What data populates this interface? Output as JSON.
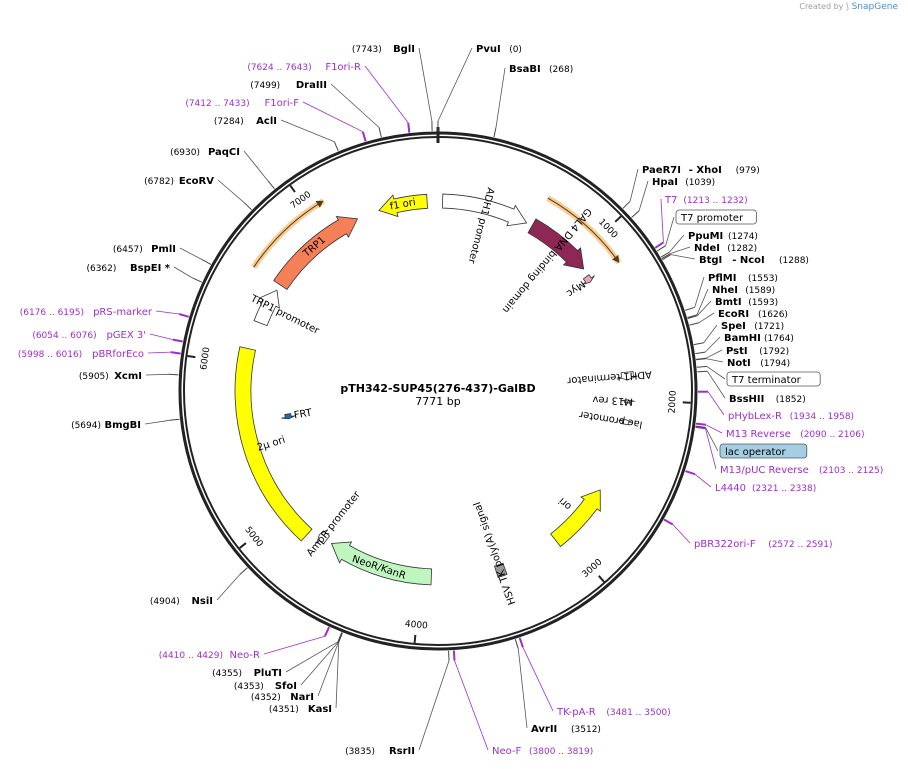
{
  "watermark": {
    "created_by": "Created by",
    "brand": "SnapGene"
  },
  "plasmid": {
    "name": "pTH342-SUP45(276-437)-GalBD",
    "length_label": "7771 bp",
    "total_bp": 7771
  },
  "colors": {
    "backbone": "#222222",
    "enzyme_text": "#000000",
    "primer": "#9b30c8",
    "f1_ori": "#ffff00",
    "adh1_promoter": "#ffffff",
    "gal4": "#8e2756",
    "myc": "#e8a6b8",
    "adh1_terminator": "#ffffff",
    "lac_promoter": "#ffffff",
    "ori": "#ffff00",
    "polyA": "#9a9a9a",
    "neo": "#bff5bf",
    "neo_inner": "#33aa33",
    "ampr_promoter": "#ffffff",
    "two_micron": "#ffff00",
    "frt": "#1e6fb0",
    "trp1_promoter": "#ffffff",
    "trp1": "#f58058",
    "orange_band": "#f2a33a",
    "lac_operator_fill": "#a6cee3"
  },
  "tick_labels": [
    "1000",
    "2000",
    "3000",
    "4000",
    "5000",
    "6000",
    "7000"
  ],
  "features": [
    {
      "label": "f1 ori",
      "start": 7380,
      "end": 7700
    },
    {
      "label": "ADH1 promoter",
      "start": 30,
      "end": 600
    },
    {
      "label": "GAL4 DNA binding domain",
      "start": 640,
      "end": 1080
    },
    {
      "label": "Myc",
      "start": 1130,
      "end": 1175
    },
    {
      "label": "ADH1 terminator",
      "start": 1820,
      "end": 1870
    },
    {
      "label": "M13 rev",
      "start": 2000,
      "end": 2020
    },
    {
      "label": "lac promoter",
      "start": 2130,
      "end": 2160
    },
    {
      "label": "ori",
      "start": 2620,
      "end": 3060
    },
    {
      "label": "HSV TK poly(A) signal",
      "start": 3440,
      "end": 3500
    },
    {
      "label": "NeoR/KanR",
      "start": 3930,
      "end": 4640
    },
    {
      "label": "AmpR promoter",
      "start": 4680,
      "end": 4740
    },
    {
      "label": "2μ ori",
      "start": 4800,
      "end": 6100
    },
    {
      "label": "FRT",
      "start": 5600,
      "end": 5640
    },
    {
      "label": "TRP1 promoter",
      "start": 6280,
      "end": 6520
    },
    {
      "label": "TRP1",
      "start": 6560,
      "end": 7230
    }
  ],
  "sites": [
    {
      "name": "BglI",
      "pos": "(7743)",
      "side": "left"
    },
    {
      "name": "PvuI",
      "pos": "(0)",
      "side": "right"
    },
    {
      "name": "BsaBI",
      "pos": "(268)",
      "side": "right"
    },
    {
      "name": "F1ori-R",
      "pos": "(7624 .. 7643)",
      "side": "left",
      "primer": true
    },
    {
      "name": "DraIII",
      "pos": "(7499)",
      "side": "left"
    },
    {
      "name": "F1ori-F",
      "pos": "(7412 .. 7433)",
      "side": "left",
      "primer": true
    },
    {
      "name": "AclI",
      "pos": "(7284)",
      "side": "left"
    },
    {
      "name": "PaqCI",
      "pos": "(6930)",
      "side": "left"
    },
    {
      "name": "EcoRV",
      "pos": "(6782)",
      "side": "left"
    },
    {
      "name": "PmlI",
      "pos": "(6457)",
      "side": "left"
    },
    {
      "name": "BspEI *",
      "pos": "(6362)",
      "side": "left"
    },
    {
      "name": "pRS-marker",
      "pos": "(6176 .. 6195)",
      "side": "left",
      "primer": true
    },
    {
      "name": "pGEX 3'",
      "pos": "(6054 .. 6076)",
      "side": "left",
      "primer": true
    },
    {
      "name": "pBRforEco",
      "pos": "(5998 .. 6016)",
      "side": "left",
      "primer": true
    },
    {
      "name": "XcmI",
      "pos": "(5905)",
      "side": "left"
    },
    {
      "name": "BmgBI",
      "pos": "(5694)",
      "side": "left"
    },
    {
      "name": "NsiI",
      "pos": "(4904)",
      "side": "left"
    },
    {
      "name": "Neo-R",
      "pos": "(4410 .. 4429)",
      "side": "left",
      "primer": true
    },
    {
      "name": "PluTI",
      "pos": "(4355)",
      "side": "left"
    },
    {
      "name": "SfoI",
      "pos": "(4353)",
      "side": "left"
    },
    {
      "name": "NarI",
      "pos": "(4352)",
      "side": "left"
    },
    {
      "name": "KasI",
      "pos": "(4351)",
      "side": "left"
    },
    {
      "name": "RsrII",
      "pos": "(3835)",
      "side": "left"
    },
    {
      "name": "Neo-F",
      "pos": "(3800 .. 3819)",
      "side": "right",
      "primer": true
    },
    {
      "name": "AvrII",
      "pos": "(3512)",
      "side": "right"
    },
    {
      "name": "TK-pA-R",
      "pos": "(3481 .. 3500)",
      "side": "right",
      "primer": true
    },
    {
      "name": "pBR322ori-F",
      "pos": "(2572 .. 2591)",
      "side": "right",
      "primer": true
    },
    {
      "name": "L4440",
      "pos": "(2321 .. 2338)",
      "side": "right",
      "primer": true
    },
    {
      "name": "M13/pUC Reverse",
      "pos": "(2103 .. 2125)",
      "side": "right",
      "primer": true
    },
    {
      "name": "lac operator",
      "pos": "",
      "side": "right",
      "boxed": true,
      "fill": "#a6cee3"
    },
    {
      "name": "M13 Reverse",
      "pos": "(2090 .. 2106)",
      "side": "right",
      "primer": true
    },
    {
      "name": "pHybLex-R",
      "pos": "(1934 .. 1958)",
      "side": "right",
      "primer": true
    },
    {
      "name": "BssHII",
      "pos": "(1852)",
      "side": "right"
    },
    {
      "name": "T7 terminator",
      "pos": "",
      "side": "right",
      "boxed": true,
      "fill": "#ffffff"
    },
    {
      "name": "NotI",
      "pos": "(1794)",
      "side": "right"
    },
    {
      "name": "PstI",
      "pos": "(1792)",
      "side": "right"
    },
    {
      "name": "BamHI",
      "pos": "(1764)",
      "side": "right"
    },
    {
      "name": "SpeI",
      "pos": "(1721)",
      "side": "right"
    },
    {
      "name": "EcoRI",
      "pos": "(1626)",
      "side": "right"
    },
    {
      "name": "BmtI",
      "pos": "(1593)",
      "side": "right"
    },
    {
      "name": "NheI",
      "pos": "(1589)",
      "side": "right"
    },
    {
      "name": "PflMI",
      "pos": "(1553)",
      "side": "right"
    },
    {
      "name": "BtgI",
      "pos": "(1288)",
      "side": "right",
      "pair": "- NcoI"
    },
    {
      "name": "NdeI",
      "pos": "(1282)",
      "side": "right"
    },
    {
      "name": "PpuMI",
      "pos": "(1274)",
      "side": "right"
    },
    {
      "name": "T7 promoter",
      "pos": "",
      "side": "right",
      "boxed": true,
      "fill": "#ffffff"
    },
    {
      "name": "T7",
      "pos": "(1213 .. 1232)",
      "side": "right",
      "primer": true
    },
    {
      "name": "HpaI",
      "pos": "(1039)",
      "side": "right"
    },
    {
      "name": "PaeR7I",
      "pos": "(979)",
      "side": "right",
      "pair": "- XhoI"
    }
  ]
}
